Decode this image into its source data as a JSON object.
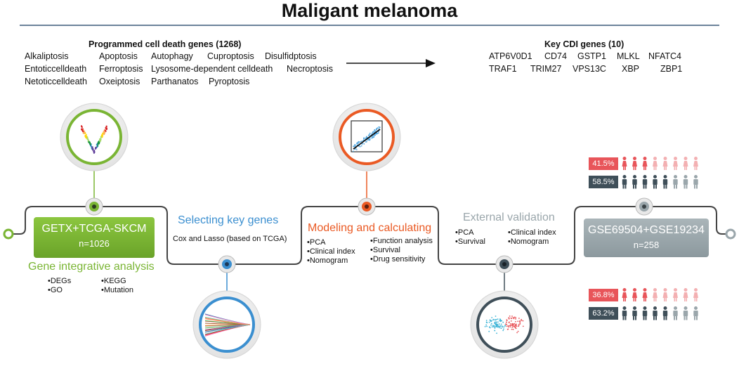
{
  "title": "Maligant melanoma",
  "pcd": {
    "header": "Programmed cell death genes (1268)",
    "rows": [
      [
        "Alkaliptosis",
        "Apoptosis",
        "Autophagy",
        "Cuproptosis",
        "Disulfidptosis"
      ],
      [
        "Entoticcelldeath",
        "Ferroptosis",
        "Lysosome-dependent celldeath",
        "Necroptosis"
      ],
      [
        "Netoticcelldeath",
        "Oxeiptosis",
        "Parthanatos",
        "Pyroptosis"
      ]
    ]
  },
  "key": {
    "header": "Key CDI genes (10)",
    "rows": [
      [
        "ATP6V0D1",
        "CD74",
        "GSTP1",
        "MLKL",
        "NFATC4"
      ],
      [
        "TRAF1",
        "TRIM27",
        "VPS13C",
        "XBP",
        "ZBP1"
      ]
    ]
  },
  "stage1": {
    "box_line1": "GETX+TCGA-SKCM",
    "box_line2": "n=1026",
    "title": "Gene integrative analysis",
    "bullets_left": [
      "•DEGs",
      "•GO"
    ],
    "bullets_right": [
      "•KEGG",
      "•Mutation"
    ],
    "icon": "volcano-plot-icon"
  },
  "stage2": {
    "title": "Selecting key genes",
    "desc": "Cox and Lasso (based on TCGA)",
    "icon": "lasso-plot-icon"
  },
  "stage3": {
    "title": "Modeling and calculating",
    "bullets_left": [
      "•PCA",
      "•Clinical index",
      "•Nomogram"
    ],
    "bullets_right": [
      "•Function analysis",
      "•Survival",
      "•Drug sensitivity"
    ],
    "icon": "scatter-plot-icon"
  },
  "stage4": {
    "title": "External validation",
    "bullets_left": [
      "•PCA",
      "•Survival"
    ],
    "bullets_right": [
      "•Clinical index",
      "•Nomogram"
    ],
    "icon": "pca-plot-icon"
  },
  "stage5": {
    "box_line1": "GSE69504+GSE19234",
    "box_line2": "n=258",
    "upper_female": "41.5%",
    "upper_male": "58.5%",
    "lower_female": "36.8%",
    "lower_male": "63.2%",
    "upper_female_fraction": 0.415,
    "upper_male_fraction": 0.585,
    "lower_female_fraction": 0.368,
    "lower_male_fraction": 0.632
  },
  "colors": {
    "green": "#7ab534",
    "blue": "#3b8fd0",
    "orange": "#ea5a24",
    "gray": "#9aa6ab",
    "dark": "#3f4f59",
    "red": "#e8555a",
    "light_gray": "#9aa6ab"
  }
}
